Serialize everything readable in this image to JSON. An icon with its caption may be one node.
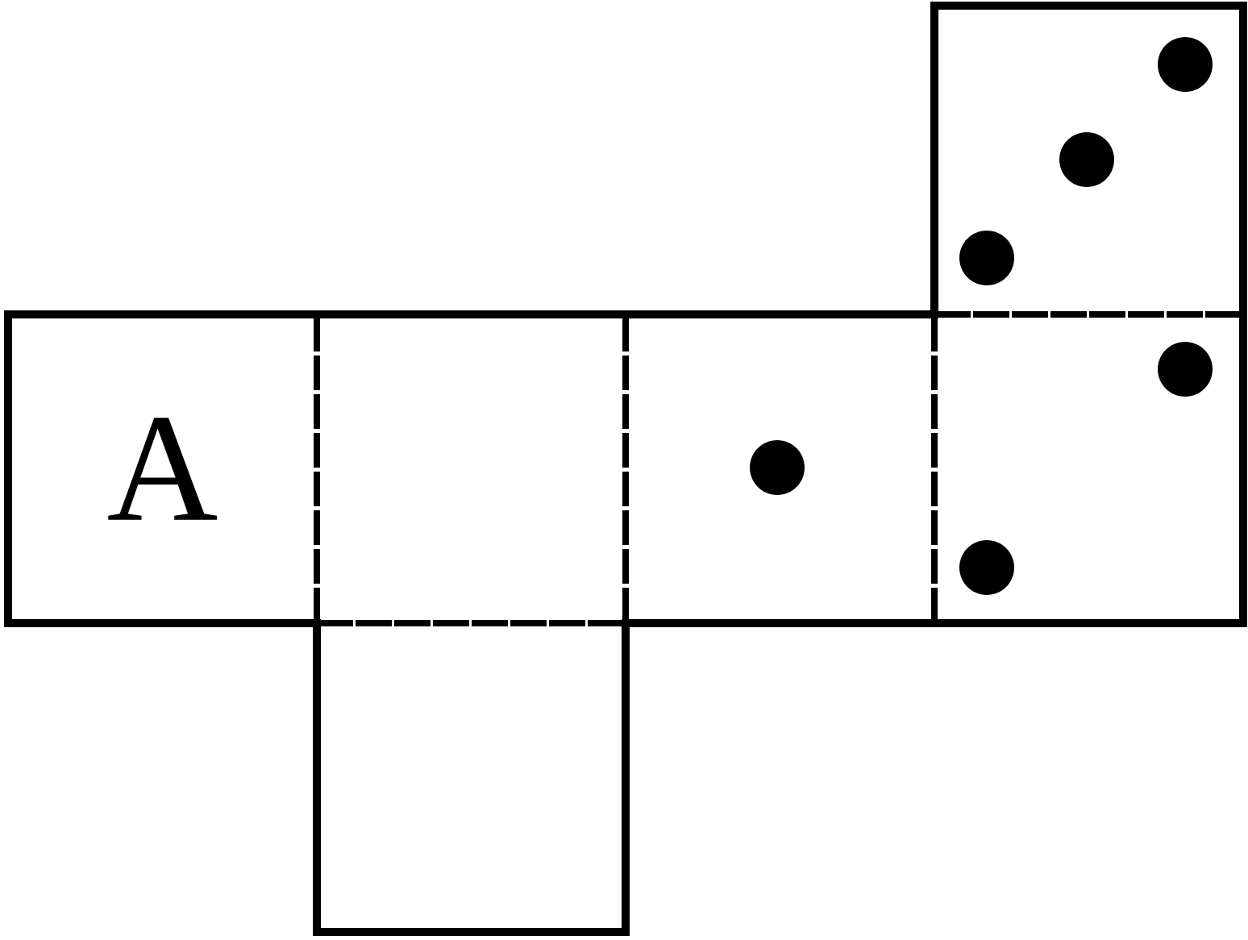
{
  "diagram": {
    "nodes": [
      {
        "text": [
          "A"
        ]
      },
      {
        "text": [],
        "shape": "box"
      },
      {
        "text": [],
        "shape": "box"
      },
      {
        "text": [],
        "shape": "box"
      },
      {
        "text": [],
        "shape": "box"
      },
      {
        "text": [],
        "shape": "box"
      }
    ]
  }
}
